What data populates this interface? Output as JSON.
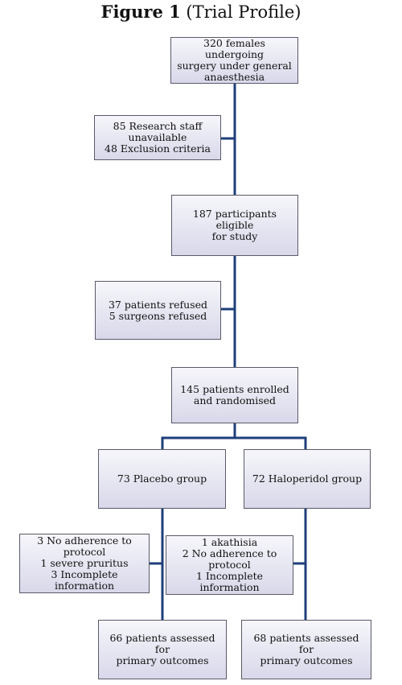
{
  "title": {
    "bold": "Figure 1",
    "rest": "(Trial Profile)"
  },
  "boxes": {
    "screened": "320 females undergoing\nsurgery under general\nanaesthesia",
    "excluded": "85 Research staff\nunavailable\n48 Exclusion criteria",
    "eligible": "187 participants eligible\nfor study",
    "refused": "37 patients refused\n5 surgeons refused",
    "randomised": "145 patients enrolled\nand randomised",
    "placebo": "73 Placebo group",
    "haloperidol": "72 Haloperidol group",
    "placebo_lost": "3 No adherence to\nprotocol\n1 severe pruritus\n3 Incomplete information",
    "haloperidol_lost": "1 akathisia\n2 No adherence to\nprotocol\n1 Incomplete information",
    "placebo_assessed": "66 patients assessed for\nprimary outcomes",
    "haloperidol_assessed": "68 patients assessed for\nprimary outcomes"
  },
  "colors": {
    "connector": "#1f3f7a",
    "box_border": "#5a5a6a"
  }
}
